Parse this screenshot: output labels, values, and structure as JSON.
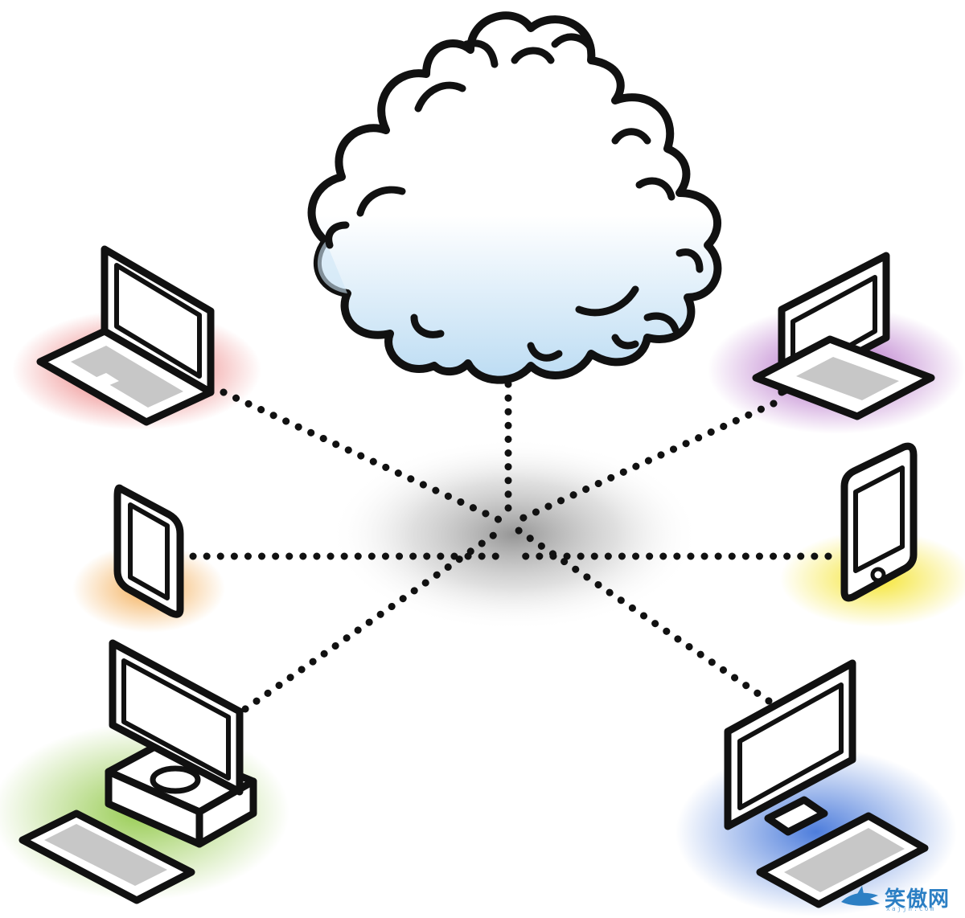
{
  "diagram": {
    "center": "cloud",
    "nodes": [
      {
        "name": "laptop-top-left",
        "glow": "#e23a3a"
      },
      {
        "name": "laptop-top-right",
        "glow": "#9b3fb5"
      },
      {
        "name": "tablet-left",
        "glow": "#f2a03a"
      },
      {
        "name": "tablet-right",
        "glow": "#f4e21e"
      },
      {
        "name": "desktop-bottom-left",
        "glow": "#8cc63f"
      },
      {
        "name": "desktop-bottom-right",
        "glow": "#3a6fd8"
      }
    ],
    "colors": {
      "cloud_fill": "#cfe6f7",
      "outline": "#111111",
      "screen_gray": "#c7c7c7"
    }
  },
  "watermark": {
    "text": "笑傲网",
    "sub": "xajjn.com"
  }
}
